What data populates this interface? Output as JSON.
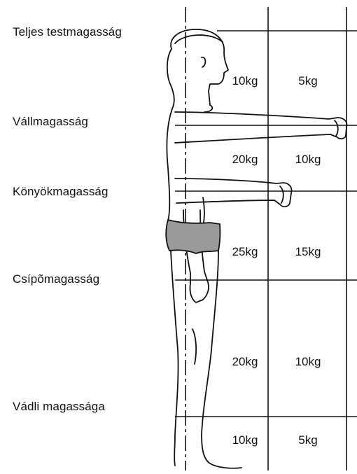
{
  "height_zones": [
    {
      "label": "Teljes testmagasság"
    },
    {
      "label": "Vállmagasság"
    },
    {
      "label": "Könyökmagasság"
    },
    {
      "label": "Csípõmagasság"
    },
    {
      "label": "Vádli magassága"
    }
  ],
  "load_rows": [
    {
      "near": "10kg",
      "far": "5kg"
    },
    {
      "near": "20kg",
      "far": "10kg"
    },
    {
      "near": "25kg",
      "far": "15kg"
    },
    {
      "near": "20kg",
      "far": "10kg"
    },
    {
      "near": "10kg",
      "far": "5kg"
    }
  ],
  "colors": {
    "ink": "#111111",
    "shading": "#9a9a9a",
    "background": "#ffffff"
  }
}
